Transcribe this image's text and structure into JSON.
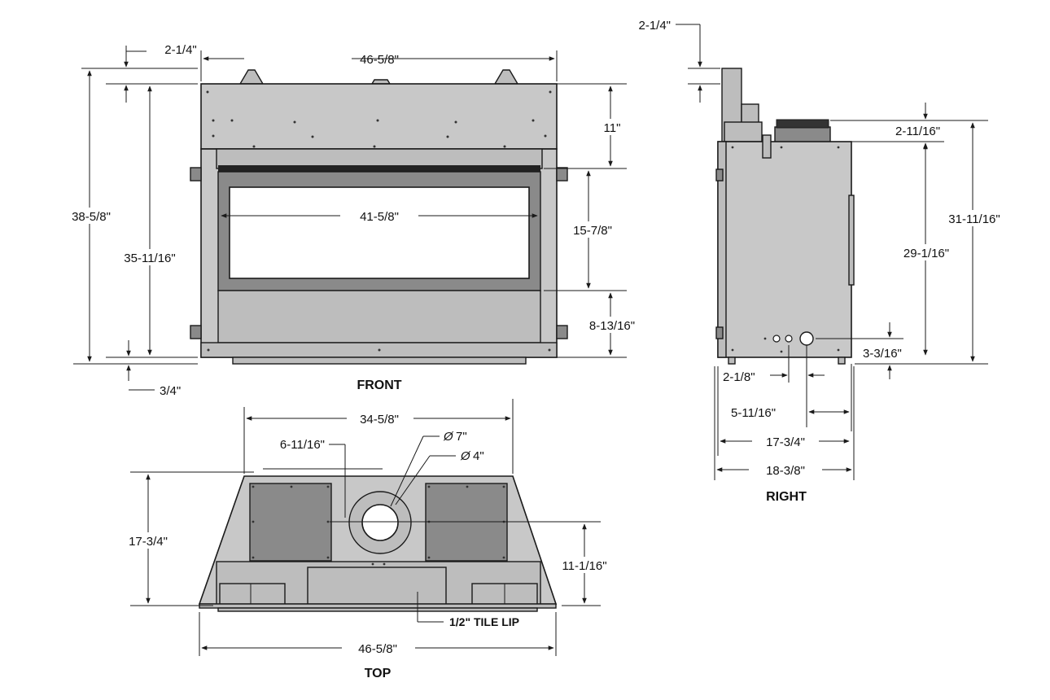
{
  "views": {
    "front": "FRONT",
    "top": "TOP",
    "right": "RIGHT"
  },
  "front_dims": {
    "top_offset": "2-1/4\"",
    "overall_width": "46-5/8\"",
    "overall_height": "38-5/8\"",
    "body_height": "35-11/16\"",
    "bottom_offset": "3/4\"",
    "top_panel": "11\"",
    "opening_height": "15-7/8\"",
    "lower_panel": "8-13/16\"",
    "opening_width": "41-5/8\""
  },
  "top_dims": {
    "rear_width": "34-5/8\"",
    "flue_offset": "6-11/16\"",
    "outer_flue": "7\"",
    "inner_flue": "4\"",
    "depth": "17-3/4\"",
    "flue_center": "11-1/16\"",
    "tile_lip": "1/2\" TILE LIP",
    "front_width": "46-5/8\""
  },
  "right_dims": {
    "top_offset": "2-1/4\"",
    "flue_collar": "2-11/16\"",
    "overall_height": "31-11/16\"",
    "body_height": "29-1/16\"",
    "gas_height": "3-3/16\"",
    "gas_spacing": "2-1/8\"",
    "gas_from_rear": "5-11/16\"",
    "body_depth": "17-3/4\"",
    "overall_depth": "18-3/8\""
  },
  "symbols": {
    "diameter": "Ø"
  }
}
